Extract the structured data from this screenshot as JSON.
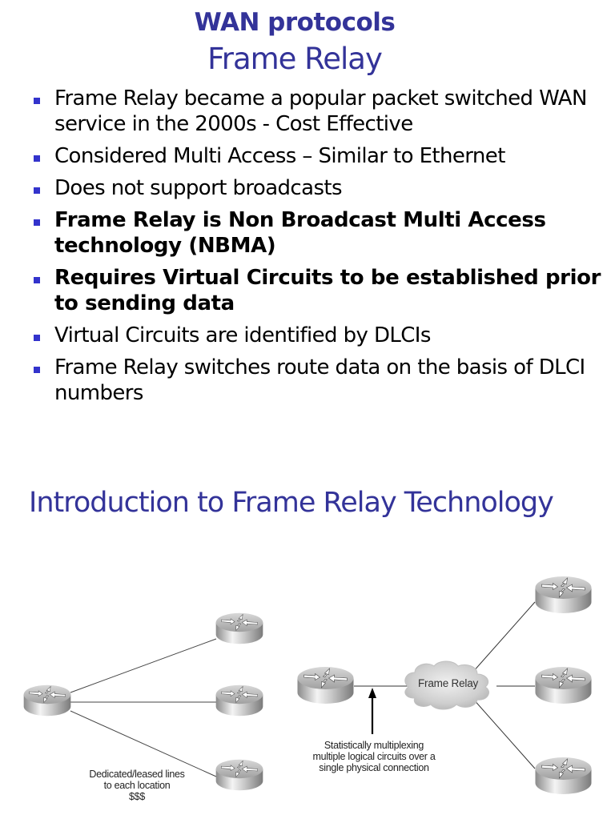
{
  "header": {
    "title": "WAN protocols",
    "subtitle": "Frame Relay"
  },
  "bullets": [
    {
      "text": "Frame Relay became a popular packet switched WAN service in the 2000s - Cost Effective",
      "bold": false
    },
    {
      "text": "Considered Multi Access – Similar to Ethernet",
      "bold": false
    },
    {
      "text": "Does not support broadcasts",
      "bold": false
    },
    {
      "text": "Frame Relay is Non Broadcast Multi Access technology (NBMA)",
      "bold": true
    },
    {
      "text": "Requires Virtual Circuits to be established prior to sending data",
      "bold": true
    },
    {
      "text": "Virtual Circuits are identified by DLCIs",
      "bold": false
    },
    {
      "text": "Frame Relay switches route data on the basis of DLCI numbers",
      "bold": false
    }
  ],
  "section": {
    "title": "Introduction to Frame Relay Technology"
  },
  "diagram": {
    "left": {
      "label_line1": "Dedicated/leased lines",
      "label_line2": "to each location",
      "label_line3": "$$$",
      "routers": 4,
      "icon": "router-icon"
    },
    "right": {
      "cloud_label": "Frame Relay",
      "annotation_line1": "Statistically multiplexing",
      "annotation_line2": "multiple logical circuits over a",
      "annotation_line3": "single physical connection",
      "routers": 4,
      "icon": "router-icon"
    }
  },
  "colors": {
    "title": "#333399",
    "bullet_marker": "#3333cc",
    "text": "#000000"
  }
}
